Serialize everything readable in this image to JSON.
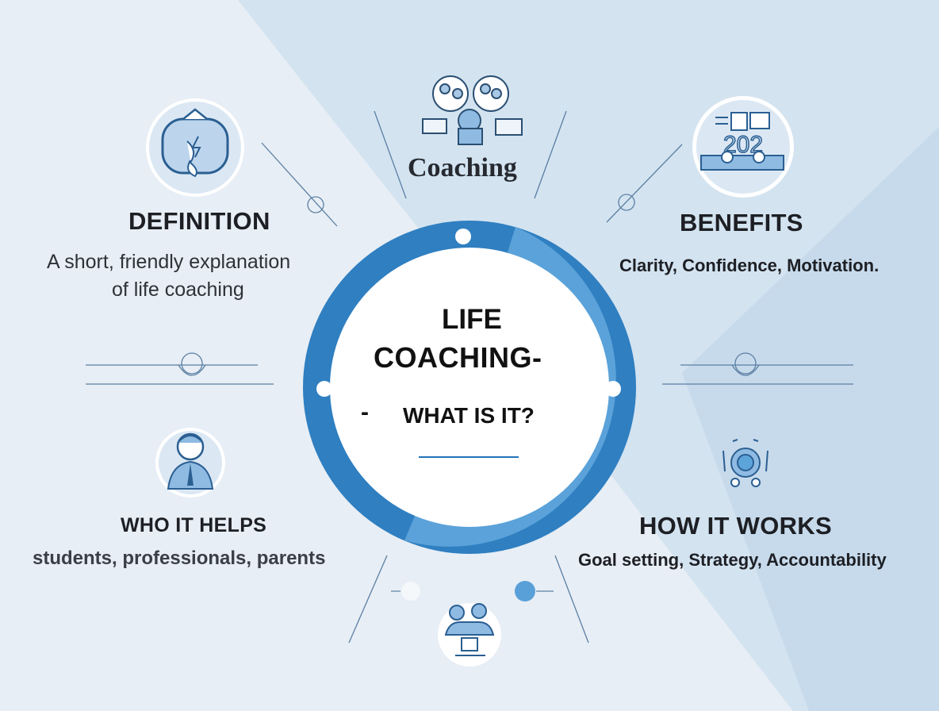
{
  "title_line1": "LIFE",
  "title_line2": "COACHING-",
  "title_dash": "-",
  "title_question": "WHAT IS IT?",
  "coaching_label": "Coaching",
  "definition": {
    "heading": "DEFINITION",
    "line1": "A short, friendly explanation",
    "line2": "of life coaching"
  },
  "benefits": {
    "heading": "BENEFITS",
    "text": "Clarity, Confidence, Motivation."
  },
  "who_it_helps": {
    "heading": "WHO IT HELPS",
    "text": "students, professionals, parents"
  },
  "how_it_works": {
    "heading": "HOW IT WORKS",
    "text": "Goal setting, Strategy, Accountability"
  },
  "icons": [
    "face-profile-icon",
    "coaching-group-icon",
    "benefits-icon",
    "person-headset-icon",
    "alarm-clock-icon",
    "people-computer-icon"
  ],
  "colors": {
    "ring_dark": "#2273b8",
    "ring_light": "#5da4da",
    "background": "#e6eef6",
    "accent_line": "#5b7fa3"
  }
}
